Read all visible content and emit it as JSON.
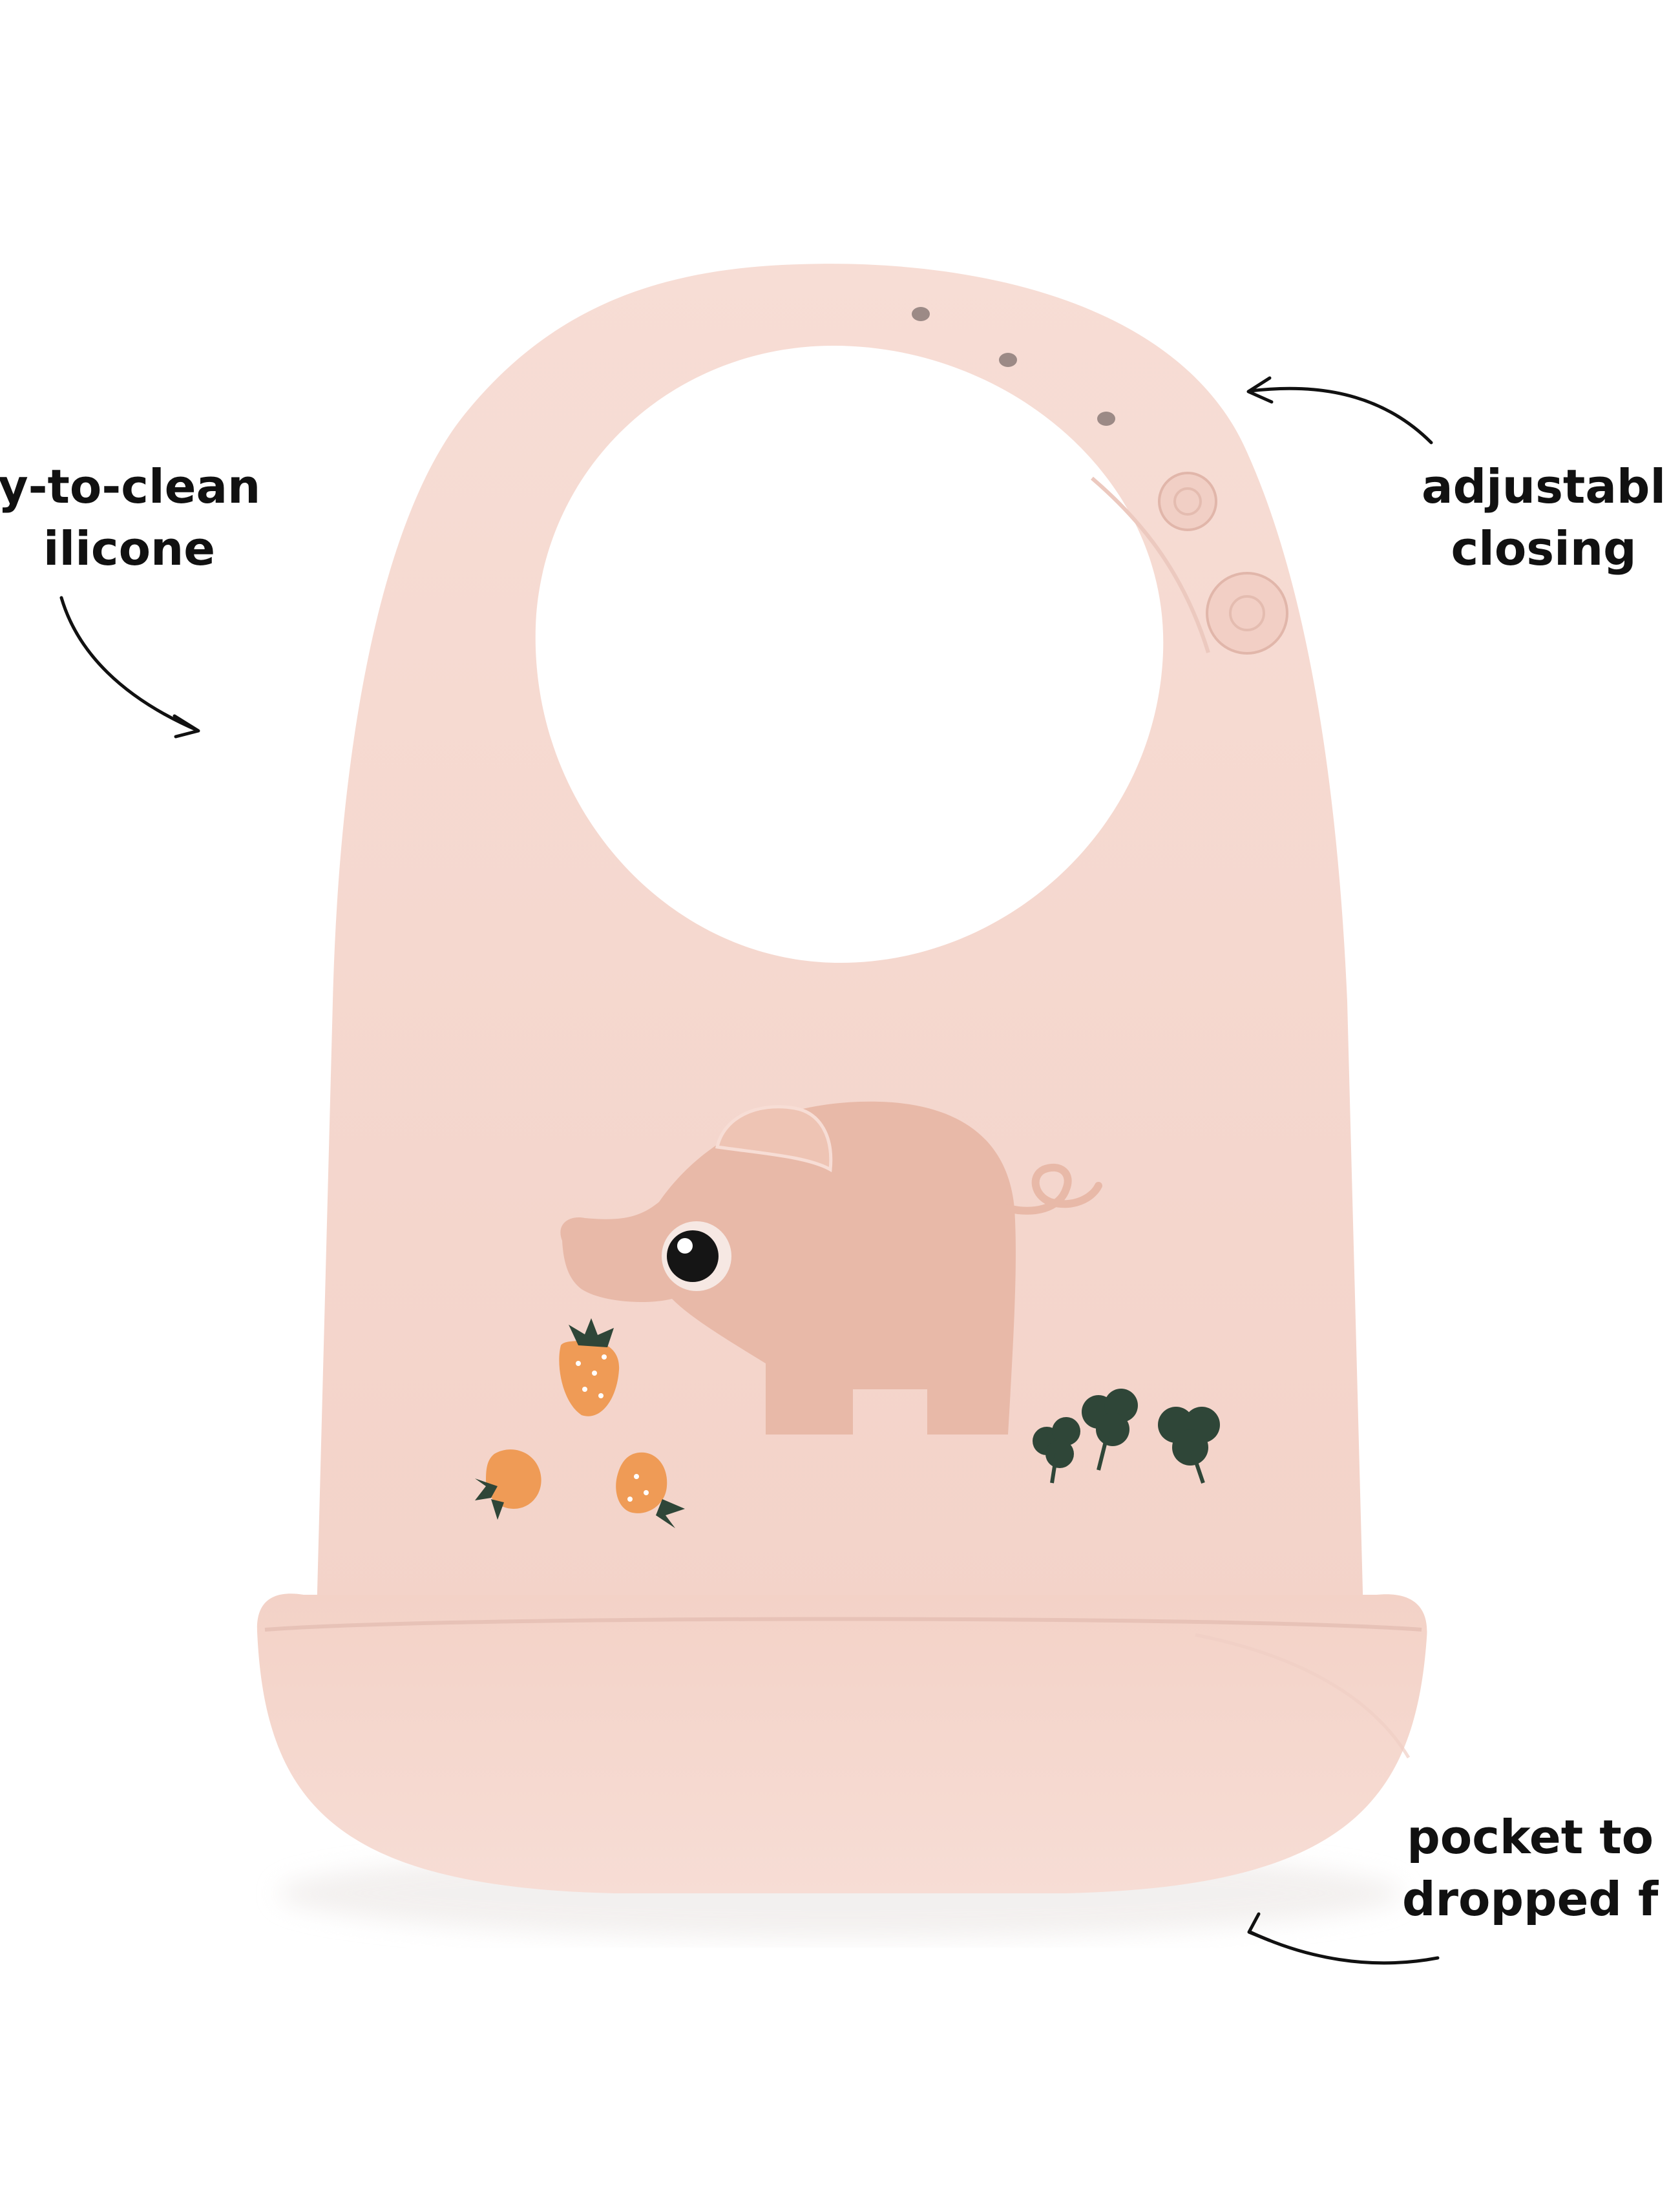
{
  "callouts": {
    "left": {
      "line1": "y-to-clean",
      "line2": "ilicone"
    },
    "right_top": {
      "line1": "adjustabl",
      "line2": "closing"
    },
    "right_bottom": {
      "line1": "pocket to",
      "line2": "dropped f"
    }
  },
  "colors": {
    "bib": "#f6dad2",
    "bib_shadow": "#ebc6bb",
    "pig": "#e8b6a4",
    "strawberry": "#ee9a55",
    "leaf": "#2f4638",
    "text": "#111111"
  },
  "icons": [
    "arrow-icon",
    "pig-illustration",
    "strawberry-icon",
    "clover-icon",
    "snap-button-icon"
  ]
}
